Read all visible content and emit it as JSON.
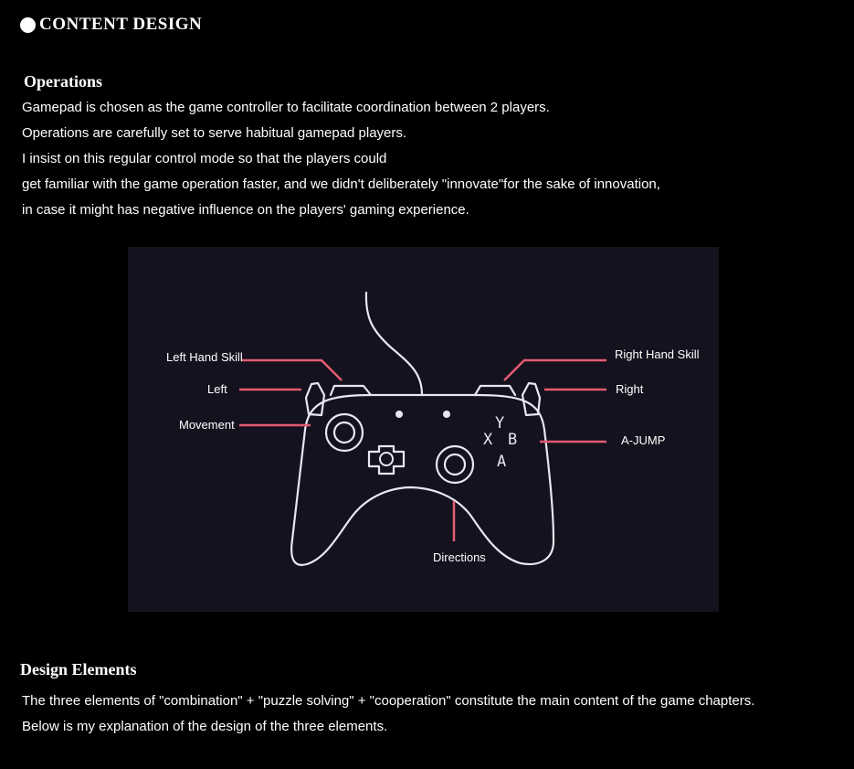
{
  "section": {
    "title": "CONTENT DESIGN"
  },
  "operations": {
    "heading": "Operations",
    "lines": [
      "Gamepad is chosen as the game controller to facilitate coordination between 2 players.",
      "Operations are carefully set to serve habitual gamepad players.",
      "I insist on this regular control mode so that the players could",
      "get familiar with the game operation faster, and we didn't deliberately \"innovate\"for the sake of innovation,",
      "in case it might has negative influence on the players' gaming experience."
    ]
  },
  "diagram": {
    "labels": {
      "left_hand_skill": "Left Hand Skill",
      "left": "Left",
      "movement": "Movement",
      "right_hand_skill": "Right Hand Skill",
      "right": "Right",
      "a_jump": "A-JUMP",
      "directions": "Directions"
    },
    "buttons": {
      "y": "Y",
      "x": "X",
      "b": "B",
      "a": "A"
    },
    "colors": {
      "background": "#14121e",
      "leader_line": "#e55b72",
      "outline": "#e8e6f4"
    }
  },
  "design_elements": {
    "heading": "Design Elements",
    "lines": [
      "The three elements of \"combination\" + \"puzzle solving\" + \"cooperation\" constitute the main content of the game chapters.",
      "Below is my explanation of the design of the three elements."
    ]
  }
}
